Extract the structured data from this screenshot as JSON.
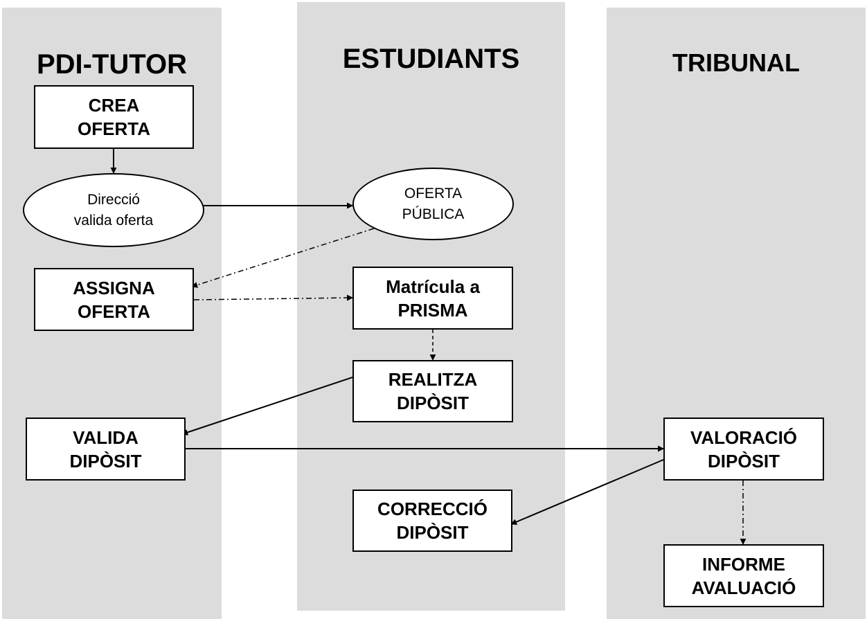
{
  "lanes": {
    "tutor": "PDI-TUTOR",
    "students": "ESTUDIANTS",
    "tribunal": "TRIBUNAL"
  },
  "nodes": {
    "crea_oferta": [
      "CREA",
      "OFERTA"
    ],
    "direccio_valida": [
      "Direcció",
      "valida oferta"
    ],
    "oferta_publica": [
      "OFERTA",
      "PÚBLICA"
    ],
    "assigna_oferta": [
      "ASSIGNA",
      "OFERTA"
    ],
    "matricula_prisma": [
      "Matrícula a",
      "PRISMA"
    ],
    "realitza_diposit": [
      "REALITZA",
      "DIPÒSIT"
    ],
    "valida_diposit": [
      "VALIDA",
      "DIPÒSIT"
    ],
    "valoracio_diposit": [
      "VALORACIÓ",
      "DIPÒSIT"
    ],
    "correccio_diposit": [
      "CORRECCIÓ",
      "DIPÒSIT"
    ],
    "informe_avaluacio": [
      "INFORME",
      "AVALUACIÓ"
    ]
  },
  "edges": [
    {
      "from": "crea_oferta",
      "to": "direccio_valida",
      "style": "solid"
    },
    {
      "from": "direccio_valida",
      "to": "oferta_publica",
      "style": "solid"
    },
    {
      "from": "oferta_publica",
      "to": "assigna_oferta",
      "style": "dash-dot"
    },
    {
      "from": "assigna_oferta",
      "to": "matricula_prisma",
      "style": "dash-dot"
    },
    {
      "from": "matricula_prisma",
      "to": "realitza_diposit",
      "style": "dashed"
    },
    {
      "from": "realitza_diposit",
      "to": "valida_diposit",
      "style": "solid"
    },
    {
      "from": "valida_diposit",
      "to": "valoracio_diposit",
      "style": "solid"
    },
    {
      "from": "valoracio_diposit",
      "to": "correccio_diposit",
      "style": "solid"
    },
    {
      "from": "valoracio_diposit",
      "to": "informe_avaluacio",
      "style": "dash-dot"
    }
  ],
  "colors": {
    "lane_background": "#dcdcdc",
    "node_fill": "#ffffff",
    "stroke": "#000000"
  }
}
